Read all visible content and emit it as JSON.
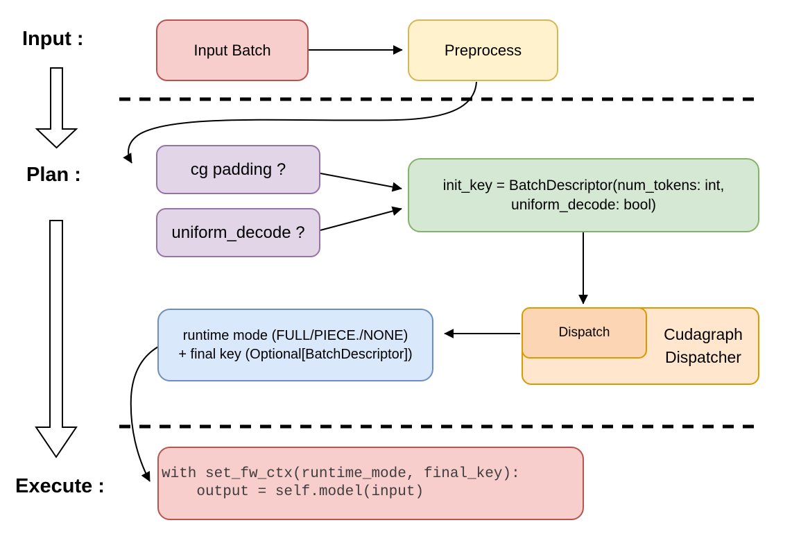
{
  "stage_labels": {
    "input": "Input :",
    "plan": "Plan :",
    "execute": "Execute :"
  },
  "nodes": {
    "input_batch": {
      "label": "Input Batch"
    },
    "preprocess": {
      "label": "Preprocess"
    },
    "cg_padding": {
      "label": "cg padding ?"
    },
    "uniform_decode": {
      "label": "uniform_decode ?"
    },
    "init_key": {
      "line1": "init_key = BatchDescriptor(num_tokens: int,",
      "line2": "uniform_decode: bool)"
    },
    "dispatch": {
      "label": "Dispatch"
    },
    "cudagraph_dispatcher": {
      "label": "Cudagraph Dispatcher"
    },
    "runtime_result": {
      "line1": "runtime mode (FULL/PIECE./NONE)",
      "line2": "+ final key (Optional[BatchDescriptor])"
    },
    "execute_code": {
      "line1": "with set_fw_ctx(runtime_mode, final_key):",
      "line2": "    output = self.model(input)"
    }
  },
  "colors": {
    "red_fill": "#f8cecc",
    "red_stroke": "#b85450",
    "yellow_fill": "#fff2cc",
    "yellow_stroke": "#d6b656",
    "purple_fill": "#e1d5e7",
    "purple_stroke": "#9673a6",
    "green_fill": "#d5e8d4",
    "green_stroke": "#82b366",
    "orange_fill": "#ffe6cc",
    "orange_inner_fill": "#fcd5b5",
    "orange_stroke": "#d79b00",
    "blue_fill": "#dae8fc",
    "blue_stroke": "#6c8ebf",
    "line": "#000000"
  }
}
